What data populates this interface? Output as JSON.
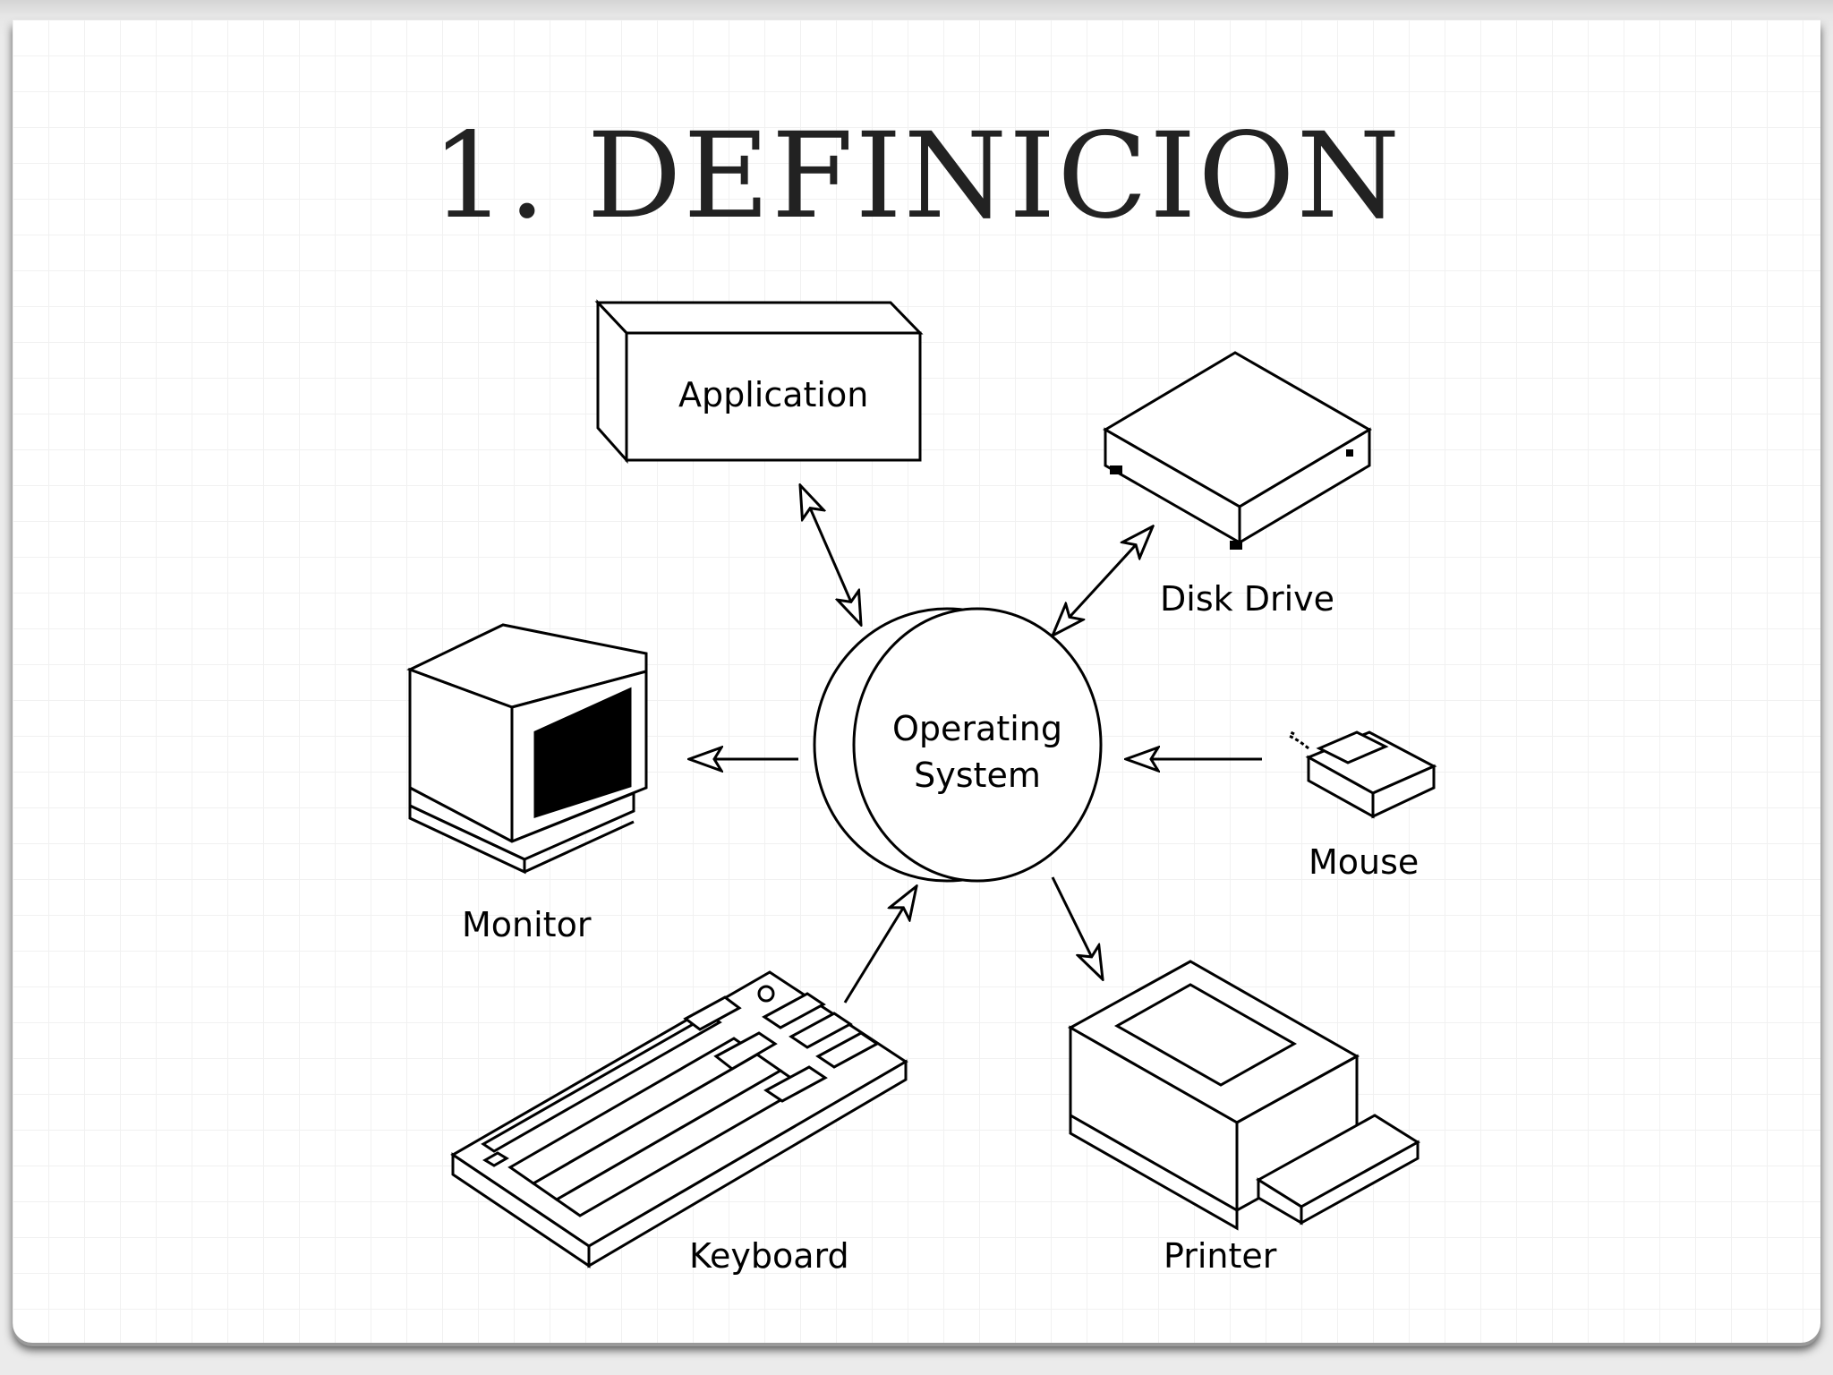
{
  "slide": {
    "title": "1. DEFINICION"
  },
  "diagram": {
    "center": {
      "line1": "Operating",
      "line2": "System"
    },
    "nodes": {
      "application": "Application",
      "disk_drive": "Disk Drive",
      "monitor": "Monitor",
      "mouse": "Mouse",
      "keyboard": "Keyboard",
      "printer": "Printer"
    },
    "connections": [
      {
        "from": "application",
        "to": "operating-system",
        "direction": "both"
      },
      {
        "from": "disk_drive",
        "to": "operating-system",
        "direction": "both"
      },
      {
        "from": "operating-system",
        "to": "monitor",
        "direction": "one-way"
      },
      {
        "from": "mouse",
        "to": "operating-system",
        "direction": "one-way"
      },
      {
        "from": "keyboard",
        "to": "operating-system",
        "direction": "one-way"
      },
      {
        "from": "operating-system",
        "to": "printer",
        "direction": "one-way"
      }
    ]
  }
}
